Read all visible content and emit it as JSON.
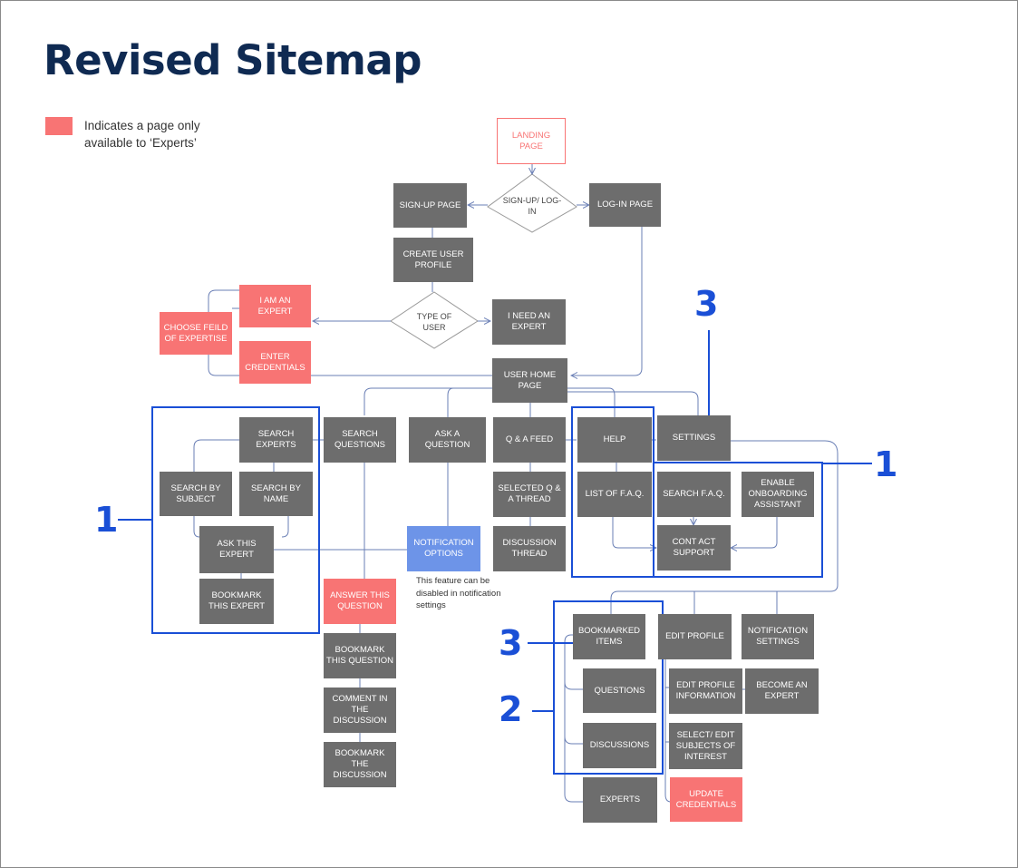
{
  "title": "Revised Sitemap",
  "legend": {
    "text": "Indicates a page only available to ‘Experts’",
    "color": "#f87474"
  },
  "colors": {
    "page": "#6d6d6d",
    "expert_page": "#f87474",
    "notification": "#6d94e8",
    "connector": "#6a7fb5",
    "annotation": "#1a4fd6"
  },
  "nodes": {
    "landing": "LANDING PAGE",
    "signup_login": "SIGN-UP/ LOG-IN",
    "signup_page": "SIGN-UP PAGE",
    "login_page": "LOG-IN PAGE",
    "create_profile": "CREATE USER PROFILE",
    "type_of_user": "TYPE OF USER",
    "i_am_expert": "I AM AN EXPERT",
    "choose_field": "CHOOSE FEILD OF EXPERTISE",
    "enter_credentials": "ENTER CREDENTIALS",
    "i_need_expert": "I NEED AN EXPERT",
    "user_home": "USER HOME PAGE",
    "search_experts": "SEARCH EXPERTS",
    "search_by_subject": "SEARCH BY SUBJECT",
    "search_by_name": "SEARCH BY NAME",
    "ask_this_expert": "ASK THIS EXPERT",
    "bookmark_expert": "BOOKMARK THIS EXPERT",
    "search_questions": "SEARCH QUESTIONS",
    "answer_question": "ANSWER THIS QUESTION",
    "bookmark_question": "BOOKMARK THIS QUESTION",
    "comment_discussion": "COMMENT IN THE DISCUSSION",
    "bookmark_discussion": "BOOKMARK THE DISCUSSION",
    "ask_question": "ASK A QUESTION",
    "notification_options": "NOTIFICATION OPTIONS",
    "qa_feed": "Q & A FEED",
    "selected_thread": "SELECTED Q & A THREAD",
    "discussion_thread": "DISCUSSION THREAD",
    "help": "HELP",
    "list_faq": "LIST OF F.A.Q.",
    "search_faq": "SEARCH F.A.Q.",
    "onboarding": "ENABLE ONBOARDING ASSISTANT",
    "contact_support": "CONT ACT SUPPORT",
    "settings": "SETTINGS",
    "bookmarked_items": "BOOKMARKED ITEMS",
    "questions": "QUESTIONS",
    "discussions": "DISCUSSIONS",
    "experts": "EXPERTS",
    "edit_profile": "EDIT PROFILE",
    "edit_profile_info": "EDIT PROFILE INFORMATION",
    "select_subjects": "SELECT/ EDIT SUBJECTS OF INTEREST",
    "update_credentials": "UPDATE CREDENTIALS",
    "become_expert": "BECOME AN EXPERT",
    "notification_settings": "NOTIFICATION SETTINGS"
  },
  "note": "This feature can be disabled in notification settings",
  "markers": {
    "m1_left": "1",
    "m1_right": "1",
    "m3_top": "3",
    "m3_bottom": "3",
    "m2": "2"
  }
}
